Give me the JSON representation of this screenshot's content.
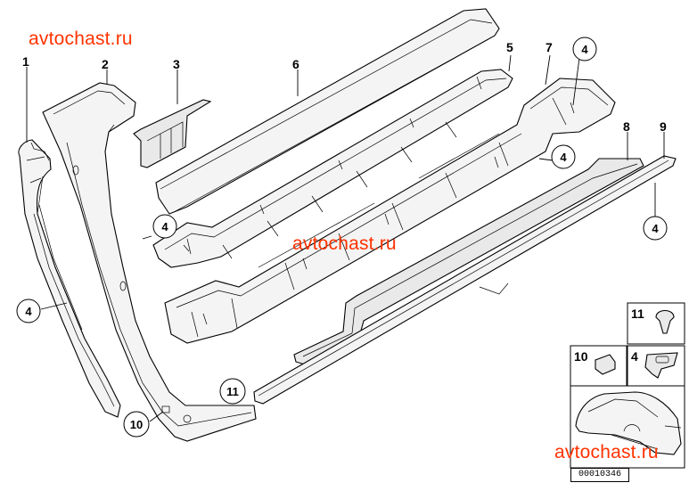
{
  "watermarks": {
    "top_left": "avtochast.ru",
    "center": "avtochast.ru",
    "bottom_right": "avtochast.ru"
  },
  "labels": {
    "p1": "1",
    "p2": "2",
    "p3": "3",
    "p6": "6",
    "p5": "5",
    "p7": "7",
    "p8": "8",
    "p9": "9"
  },
  "callouts": {
    "c4_top": "4",
    "c4_mid_left": "4",
    "c4_mid_right": "4",
    "c4_right": "4",
    "c4_left": "4",
    "c11": "11",
    "c10": "10"
  },
  "legend": {
    "item11": "11",
    "item10": "10",
    "item4": "4"
  },
  "diagram_code": "00010346"
}
